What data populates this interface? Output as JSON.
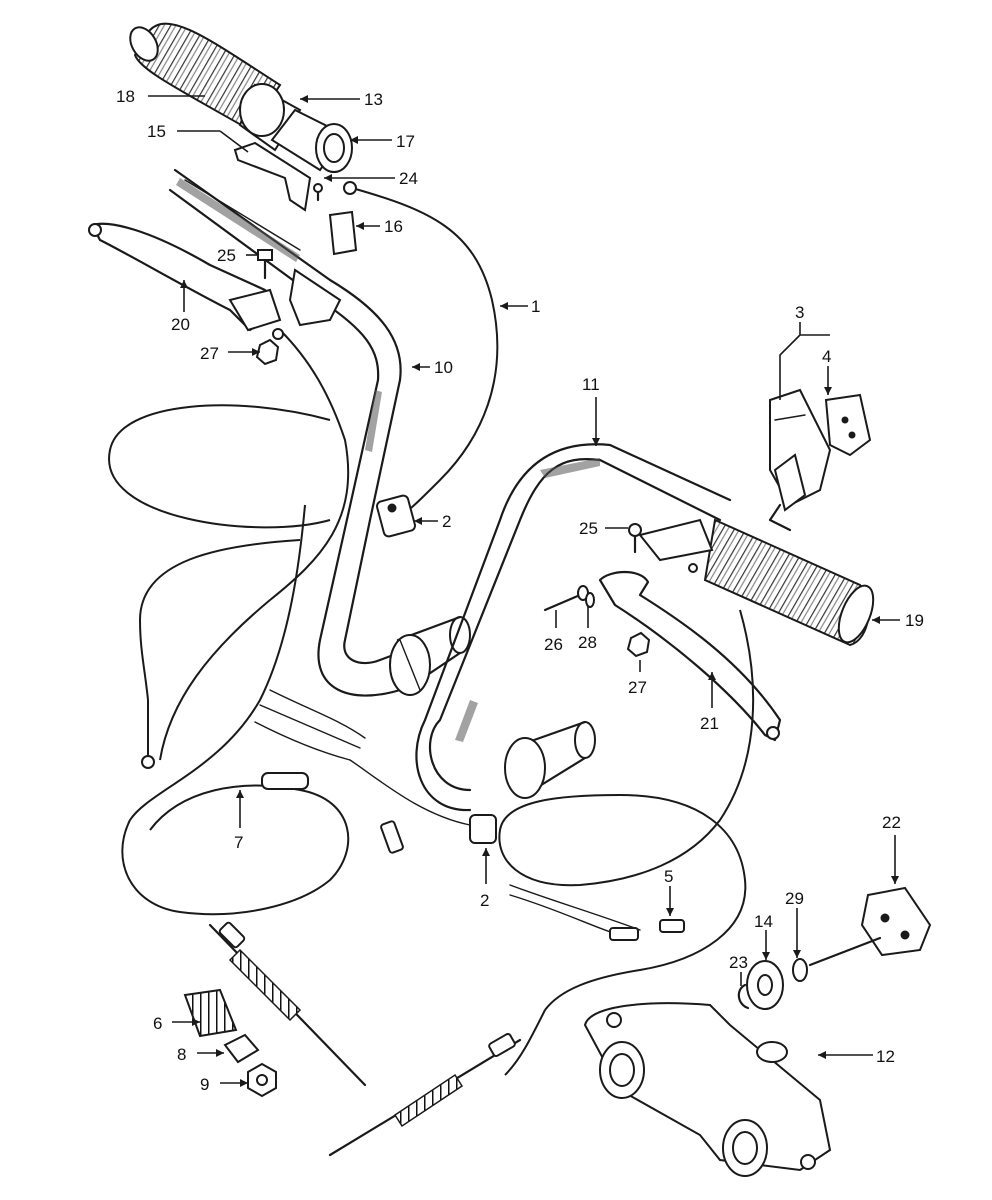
{
  "diagram": {
    "callouts": [
      {
        "id": "c18",
        "text": "18"
      },
      {
        "id": "c13",
        "text": "13"
      },
      {
        "id": "c15",
        "text": "15"
      },
      {
        "id": "c17",
        "text": "17"
      },
      {
        "id": "c24",
        "text": "24"
      },
      {
        "id": "c16",
        "text": "16"
      },
      {
        "id": "c25a",
        "text": "25"
      },
      {
        "id": "c1",
        "text": "1"
      },
      {
        "id": "c20",
        "text": "20"
      },
      {
        "id": "c3",
        "text": "3"
      },
      {
        "id": "c4",
        "text": "4"
      },
      {
        "id": "c27a",
        "text": "27"
      },
      {
        "id": "c10",
        "text": "10"
      },
      {
        "id": "c11",
        "text": "11"
      },
      {
        "id": "c2a",
        "text": "2"
      },
      {
        "id": "c25b",
        "text": "25"
      },
      {
        "id": "c19",
        "text": "19"
      },
      {
        "id": "c26",
        "text": "26"
      },
      {
        "id": "c28",
        "text": "28"
      },
      {
        "id": "c27b",
        "text": "27"
      },
      {
        "id": "c21",
        "text": "21"
      },
      {
        "id": "c7",
        "text": "7"
      },
      {
        "id": "c22",
        "text": "22"
      },
      {
        "id": "c2b",
        "text": "2"
      },
      {
        "id": "c5",
        "text": "5"
      },
      {
        "id": "c14",
        "text": "14"
      },
      {
        "id": "c29",
        "text": "29"
      },
      {
        "id": "c23",
        "text": "23"
      },
      {
        "id": "c6",
        "text": "6"
      },
      {
        "id": "c12",
        "text": "12"
      },
      {
        "id": "c8",
        "text": "8"
      },
      {
        "id": "c9",
        "text": "9"
      }
    ]
  }
}
